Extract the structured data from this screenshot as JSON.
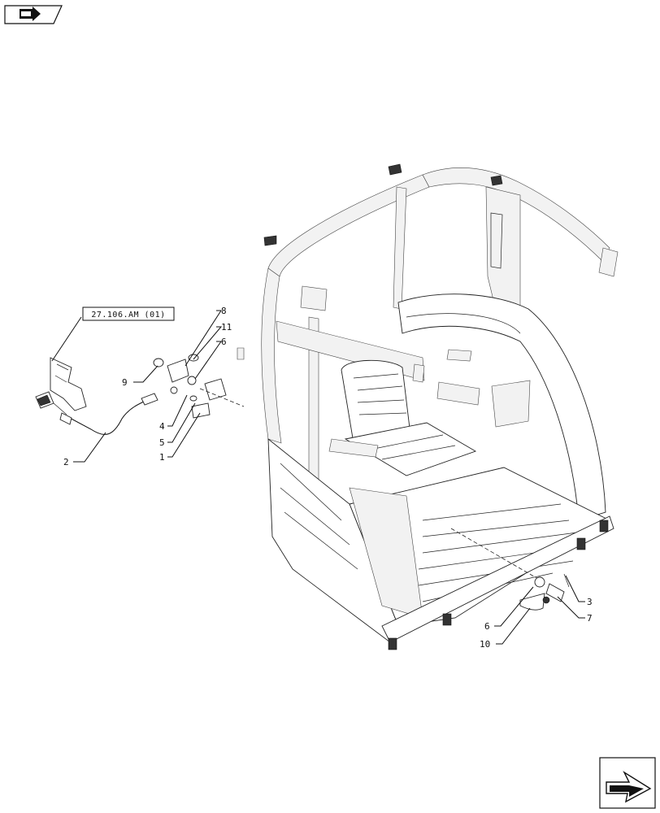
{
  "reference_link": "27.106.AM (01)",
  "callouts": {
    "c1": "1",
    "c2": "2",
    "c3": "3",
    "c4": "4",
    "c5": "5",
    "c6a": "6",
    "c6b": "6",
    "c7": "7",
    "c8": "8",
    "c9": "9",
    "c10": "10",
    "c11": "11"
  },
  "icons": {
    "top_left": "page-back-arrow-icon",
    "bottom_right": "next-page-arrow-icon"
  }
}
